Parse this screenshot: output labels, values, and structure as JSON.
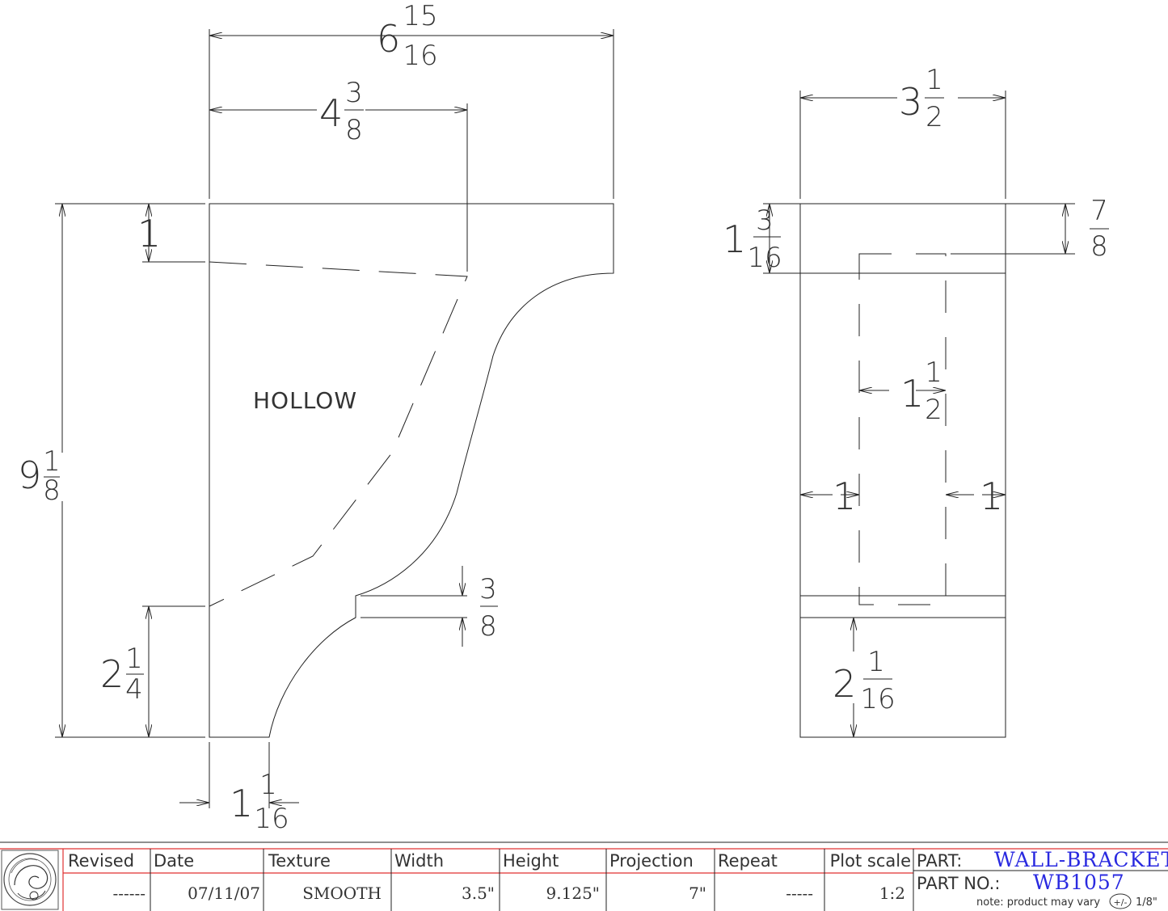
{
  "dimensions": {
    "overall_width": {
      "whole": "6",
      "num": "15",
      "den": "16"
    },
    "top_depth": {
      "whole": "4",
      "num": "3",
      "den": "8"
    },
    "height": {
      "whole": "9",
      "num": "1",
      "den": "8"
    },
    "top_thickness": {
      "whole": "1"
    },
    "bottom_height": {
      "whole": "2",
      "num": "1",
      "den": "4"
    },
    "bottom_offset": {
      "whole": "1",
      "num": "1",
      "den": "16"
    },
    "step": {
      "num": "3",
      "den": "8"
    },
    "side_width": {
      "whole": "3",
      "num": "1",
      "den": "2"
    },
    "side_top": {
      "whole": "1",
      "num": "3",
      "den": "16"
    },
    "side_cap": {
      "num": "7",
      "den": "8"
    },
    "slot_width": {
      "whole": "1",
      "num": "1",
      "den": "2"
    },
    "wall_left": {
      "whole": "1"
    },
    "wall_right": {
      "whole": "1"
    },
    "side_bottom": {
      "whole": "2",
      "num": "1",
      "den": "16"
    }
  },
  "annotation": "HOLLOW",
  "title_block": {
    "headers": {
      "revised": "Revised",
      "date": "Date",
      "texture": "Texture",
      "width": "Width",
      "height": "Height",
      "projection": "Projection",
      "repeat": "Repeat",
      "plot_scale": "Plot scale",
      "part": "PART:",
      "part_no": "PART NO.:"
    },
    "values": {
      "revised": "------",
      "date": "07/11/07",
      "texture": "SMOOTH",
      "width": "3.5\"",
      "height": "9.125\"",
      "projection": "7\"",
      "repeat": "-----",
      "plot_scale": "1:2"
    },
    "part_name": "WALL-BRACKET",
    "part_number": "WB1057",
    "note": "note: product may vary",
    "tolerance_symbol": "+/-",
    "tolerance": "1/8\"",
    "border_color": "#e03030",
    "title_color": "#2a2ae0"
  }
}
